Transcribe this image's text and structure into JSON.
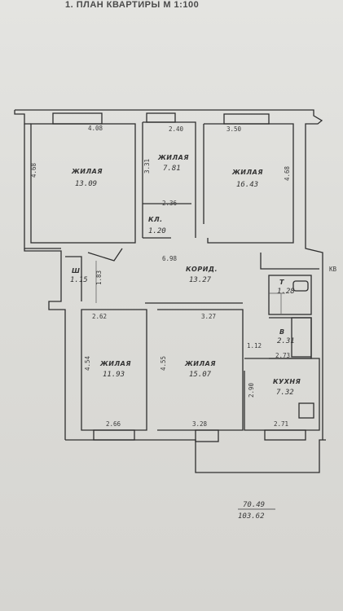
{
  "title": "1. ПЛАН КВАРТИРЫ М 1:100",
  "rooms": [
    {
      "name": "ЖИЛАЯ",
      "area": "13.09"
    },
    {
      "name": "ЖИЛАЯ",
      "area": "7.81"
    },
    {
      "name": "ЖИЛАЯ",
      "area": "16.43"
    },
    {
      "name": "КЛ.",
      "area": "1.20"
    },
    {
      "name": "КОРИД.",
      "area": "13.27"
    },
    {
      "name": "Ш",
      "area": "1.15"
    },
    {
      "name": "Т",
      "area": "1.28"
    },
    {
      "name": "В",
      "area": "2.31"
    },
    {
      "name": "ЖИЛАЯ",
      "area": "11.93"
    },
    {
      "name": "ЖИЛАЯ",
      "area": "15.07"
    },
    {
      "name": "КУХНЯ",
      "area": "7.32"
    }
  ],
  "dimensions": {
    "d1": "4.08",
    "d2": "4.68",
    "d3": "2.40",
    "d4": "3.31",
    "d5": "3.50",
    "d6": "4.68",
    "d7": "2.36",
    "d8": "6.98",
    "d9": "1.83",
    "d10": "2.62",
    "d11": "3.27",
    "d12": "4.54",
    "d13": "4.55",
    "d14": "1.12",
    "d15": "2.73",
    "d16": "2.90",
    "d17": "2.66",
    "d18": "3.28",
    "d19": "2.71"
  },
  "marker": "KB",
  "totals": {
    "living": "70.49",
    "total": "103.62"
  }
}
